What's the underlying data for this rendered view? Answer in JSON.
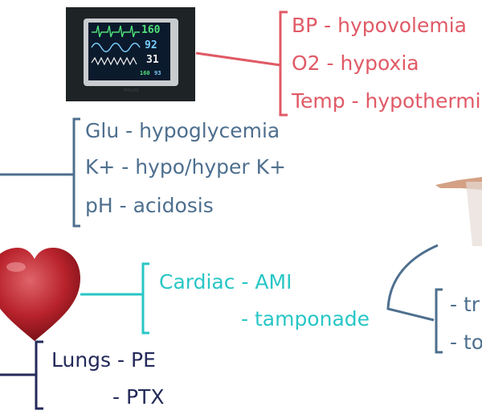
{
  "monitor": {
    "vitals": [
      "160",
      "92",
      "31",
      "160",
      "93"
    ],
    "brand": "PHILIPS"
  },
  "vitals_group": {
    "lines": [
      "BP - hypovolemia",
      "O2 - hypoxia",
      "Temp - hypothermia"
    ]
  },
  "metabolic_group": {
    "lines": [
      "Glu - hypoglycemia",
      "K+ - hypo/hyper K+",
      "pH - acidosis"
    ]
  },
  "cardiac_group": {
    "line1": "Cardiac - AMI",
    "line2": "- tamponade"
  },
  "lungs_group": {
    "line1": "Lungs - PE",
    "line2": "- PTX"
  },
  "right_group": {
    "lines": [
      "- tr",
      "- to"
    ]
  },
  "colors": {
    "vitals": "#e05a66",
    "metabolic": "#4e6f8e",
    "cardiac": "#29c6c6",
    "lungs": "#242a5a",
    "right": "#4e6f8e"
  }
}
